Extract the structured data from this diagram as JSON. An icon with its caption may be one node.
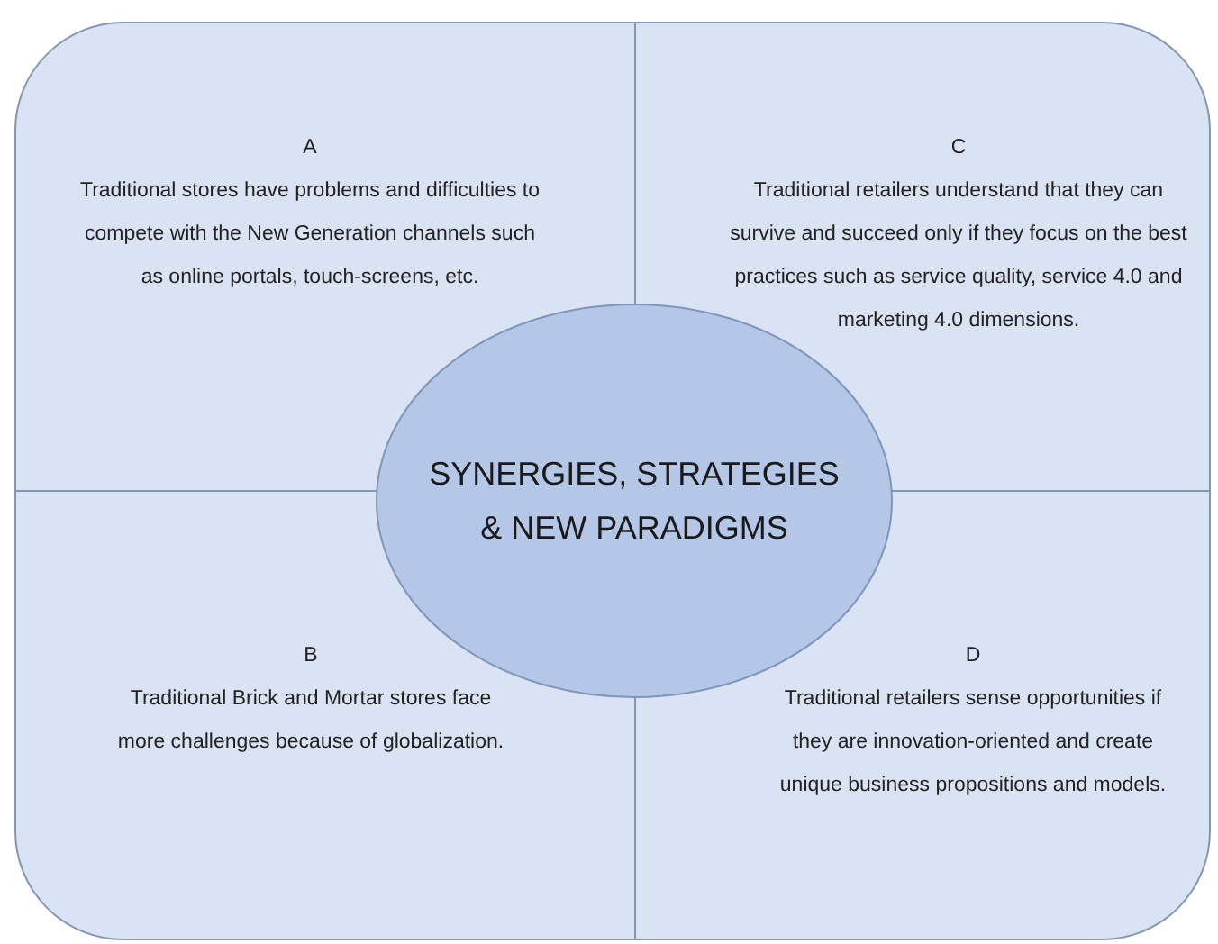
{
  "diagram": {
    "nodes": [
      {
        "text": [
          "A",
          "Traditional stores have problems and difficulties to compete with the New Generation channels such as online portals, touch-screens, etc."
        ]
      },
      {
        "text": [
          "C",
          "Traditional retailers understand that they can survive and succeed only if they focus on the best practices such  as service quality, service 4.0 and marketing 4.0 dimensions."
        ]
      },
      {
        "text": [
          "SYNERGIES, STRATEGIES & NEW PARADIGMS"
        ]
      },
      {
        "text": [
          "B",
          "Traditional Brick and Mortar stores face more challenges because of globalization."
        ]
      },
      {
        "text": [
          "D",
          "Traditional retailers sense opportunities if they are innovation-oriented and create unique business propositions and models."
        ]
      }
    ]
  }
}
